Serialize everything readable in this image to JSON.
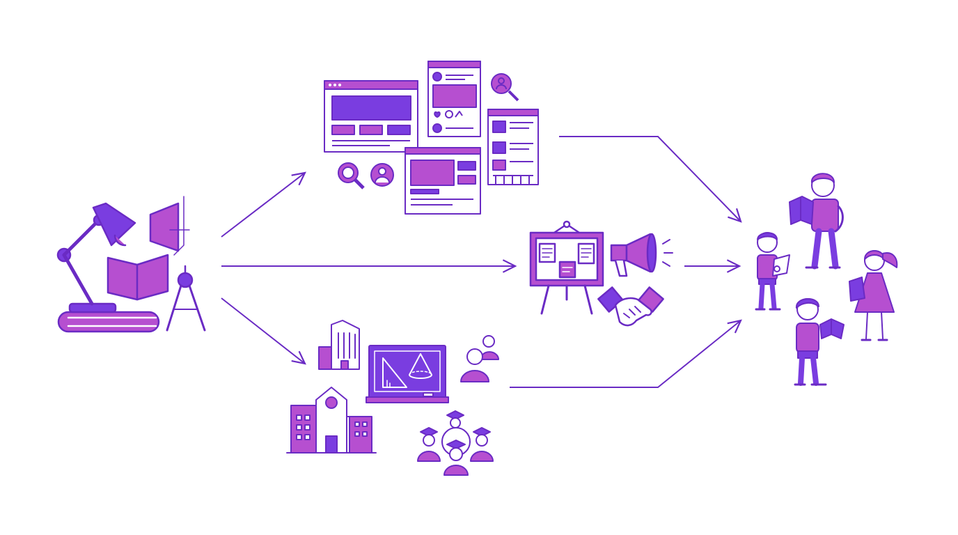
{
  "colors": {
    "stroke": "#6a2bc4",
    "violet": "#7a3de0",
    "magenta": "#b64fd0",
    "white": "#ffffff"
  },
  "nodes": [
    {
      "id": "source",
      "icon": "study-desk-icon"
    },
    {
      "id": "online",
      "icon": "web-pages-icon"
    },
    {
      "id": "community",
      "icon": "bulletin-outreach-icon"
    },
    {
      "id": "institutions",
      "icon": "school-classroom-icon"
    },
    {
      "id": "learners",
      "icon": "reading-children-icon"
    }
  ],
  "edges": [
    {
      "from": "source",
      "to": "online"
    },
    {
      "from": "source",
      "to": "community"
    },
    {
      "from": "source",
      "to": "institutions"
    },
    {
      "from": "online",
      "to": "learners"
    },
    {
      "from": "community",
      "to": "learners"
    },
    {
      "from": "institutions",
      "to": "learners"
    }
  ]
}
